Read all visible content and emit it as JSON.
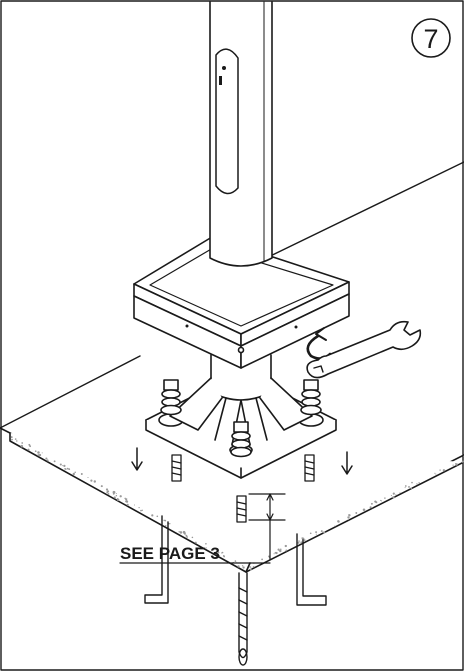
{
  "step": {
    "number": "7"
  },
  "callout": {
    "text": "SEE PAGE 3"
  },
  "colors": {
    "line": "#1a1a1a",
    "fill": "#ffffff",
    "speckle": "#9a9a9a"
  },
  "icons": [
    "wrench-icon",
    "rotate-arrow-icon",
    "down-arrow-icon",
    "step-number-circle"
  ]
}
